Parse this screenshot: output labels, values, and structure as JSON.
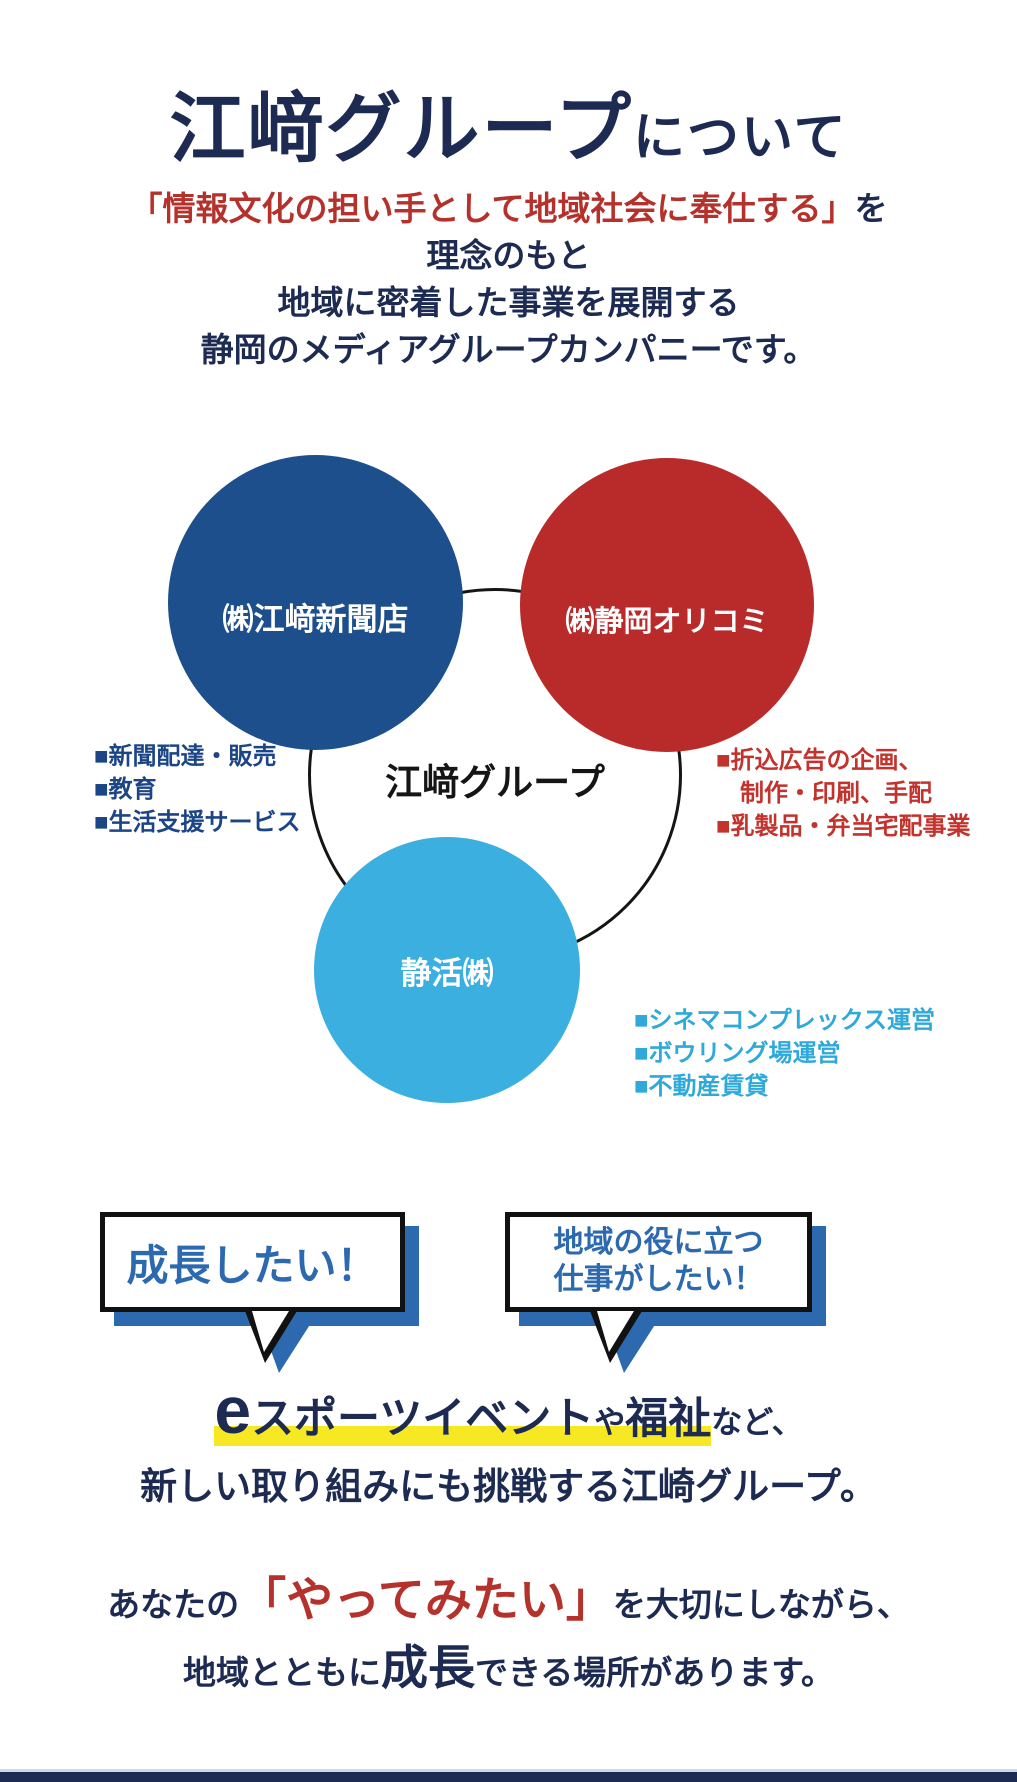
{
  "header": {
    "title_main": "江﨑グループ",
    "title_suffix": "について"
  },
  "intro": {
    "quote": "「情報文化の担い手として地域社会に奉仕する」",
    "quote_suffix": "を",
    "line2": "理念のもと",
    "line3": "地域に密着した事業を展開する",
    "line4": "静岡のメディアグループカンパニーです。"
  },
  "diagram": {
    "center_label": "江﨑グループ",
    "companies": [
      {
        "name": "㈱江﨑新聞店",
        "circle_color": "#1d4f8c",
        "businesses": [
          "■新聞配達・販売",
          "■教育",
          "■生活支援サービス"
        ]
      },
      {
        "name": "㈱静岡オリコミ",
        "circle_color": "#b92b2b",
        "businesses": [
          "■折込広告の企画、",
          "　制作・印刷、手配",
          "■乳製品・弁当宅配事業"
        ]
      },
      {
        "name": "静活㈱",
        "circle_color": "#3bafdf",
        "businesses": [
          "■シネマコンプレックス運営",
          "■ボウリング場運営",
          "■不動産賃貸"
        ]
      }
    ]
  },
  "speech_bubbles": [
    {
      "lines": [
        "成長したい！"
      ]
    },
    {
      "lines": [
        "地域の役に立つ",
        "仕事がしたい！"
      ]
    }
  ],
  "challenge": {
    "lead_e": "e",
    "highlight_rest": "スポーツイベント",
    "connector": "や",
    "highlight2": "福祉",
    "tail": "など、",
    "line2": "新しい取り組みにも挑戦する江崎グループ。"
  },
  "closing": {
    "pre": "あなたの",
    "emphasis_red": "「やってみたい」",
    "post": "を大切にしながら、",
    "line2_pre": "地域とともに",
    "line2_emphasis": "成長",
    "line2_post": "できる場所があります。"
  },
  "colors": {
    "navy_text": "#1d2b52",
    "red_text": "#b5312c",
    "circle_navy": "#1d4f8c",
    "circle_red": "#b92b2b",
    "circle_sky": "#3bafdf",
    "bullet_navy": "#1c4586",
    "bullet_red": "#c3332d",
    "bullet_sky": "#2ea9da",
    "bubble_blue": "#2c69af",
    "highlight_yellow": "#f6e822",
    "footer_navy": "#1d2b52"
  }
}
